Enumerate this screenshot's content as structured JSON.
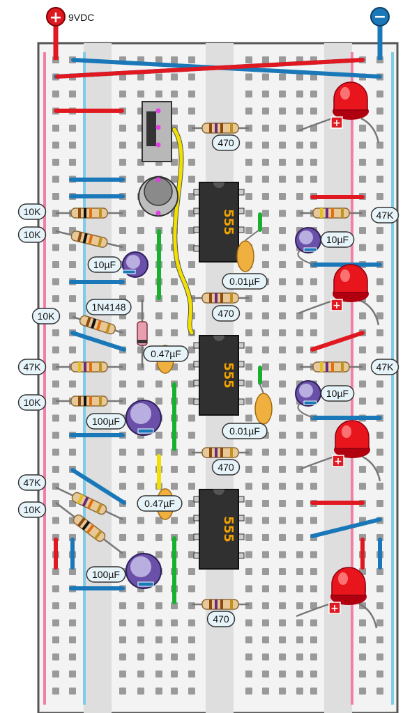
{
  "supply": {
    "label": "9VDC",
    "plus_symbol": "+",
    "minus_symbol": "−"
  },
  "colors": {
    "red_wire": "#e01820",
    "blue_wire": "#1a78b8",
    "green_wire": "#19b030",
    "yellow_wire": "#f2e000",
    "led": "#e8151d",
    "chip": "#303030",
    "chip_text": "#f2a200",
    "cap_ceramic": "#f0b040",
    "cap_electrolytic": "#6a50a8",
    "board": "#f3f3f3",
    "rail_red": "#f080a8",
    "rail_blue": "#80cce8"
  },
  "chips": [
    {
      "label": "555"
    },
    {
      "label": "555"
    },
    {
      "label": "555"
    }
  ],
  "labels": {
    "r470_1": "470",
    "r470_2": "470",
    "r470_3": "470",
    "r470_4": "470",
    "r10k_1": "10K",
    "r10k_2": "10K",
    "r10k_3": "10K",
    "r10k_4": "10K",
    "r10k_5": "10K",
    "r47k_1": "47K",
    "r47k_2": "47K",
    "r47k_3": "47K",
    "r47k_4": "47K",
    "c10u_1": "10µF",
    "c10u_2": "10µF",
    "c10u_3": "10µF",
    "c100u_1": "100µF",
    "c100u_2": "100µF",
    "c001_1": "0.01µF",
    "c001_2": "0.01µF",
    "c047_1": "0.47µF",
    "c047_2": "0.47µF",
    "diode": "1N4148"
  }
}
